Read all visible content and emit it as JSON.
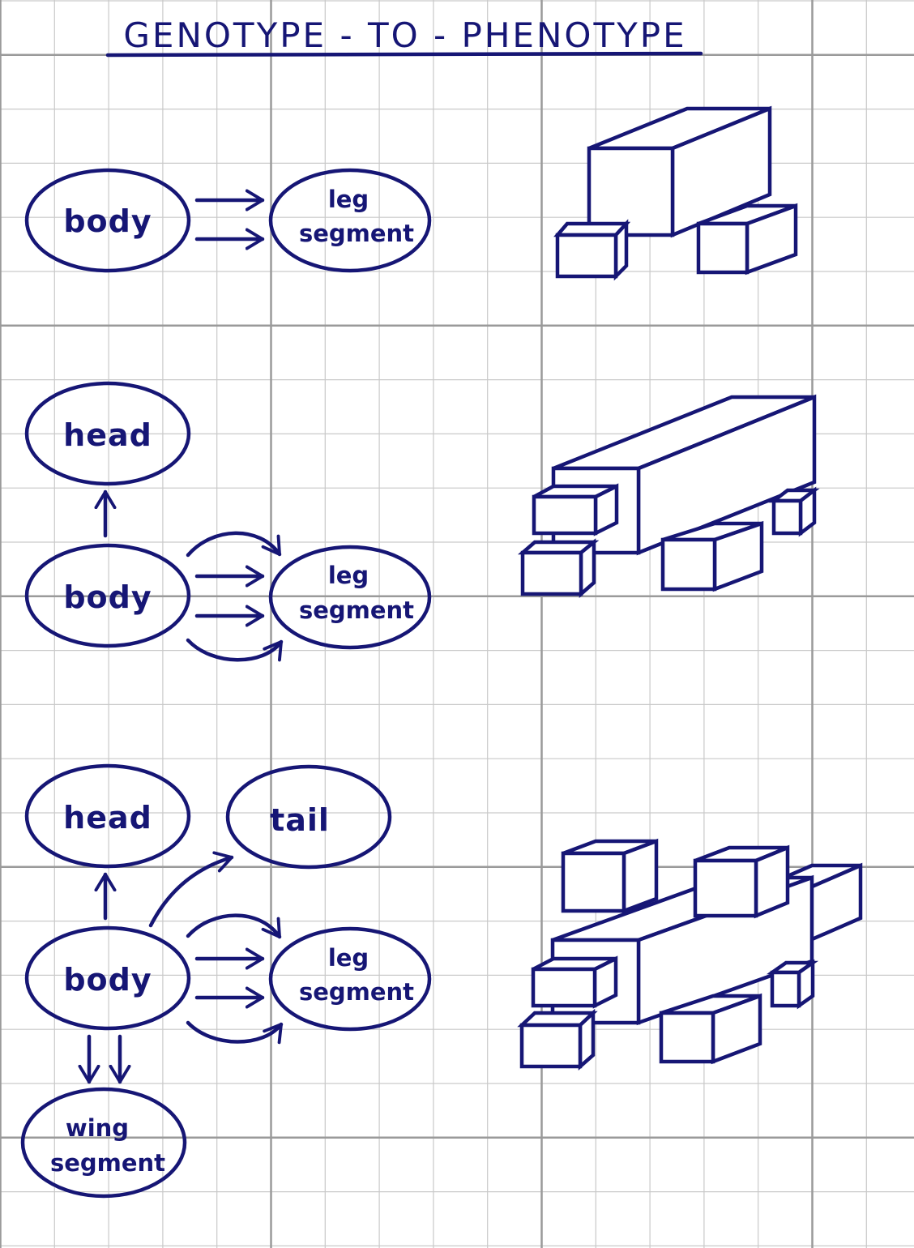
{
  "title": "GENOTYPE - TO - PHENOTYPE",
  "colors": {
    "ink": "#161675",
    "grid_minor": "#c9c9c9",
    "grid_major": "#9a9a9a",
    "paper": "#ffffff"
  },
  "panels": [
    {
      "nodes": {
        "body": "body",
        "leg_1": "leg",
        "leg_2": "segment"
      }
    },
    {
      "nodes": {
        "head": "head",
        "body": "body",
        "leg_1": "leg",
        "leg_2": "segment"
      }
    },
    {
      "nodes": {
        "head": "head",
        "tail": "tail",
        "body": "body",
        "leg_1": "leg",
        "leg_2": "segment",
        "wing_1": "wing",
        "wing_2": "segment"
      }
    }
  ]
}
